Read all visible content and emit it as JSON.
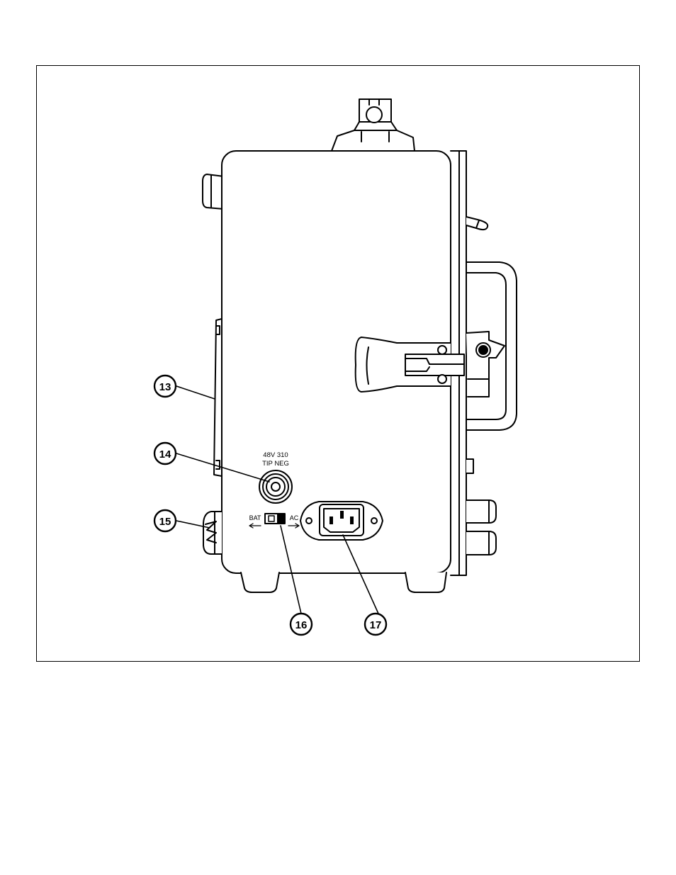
{
  "figure": {
    "callouts": [
      "13",
      "14",
      "15",
      "16",
      "17"
    ],
    "labels": {
      "jack_line1": "48V 310",
      "jack_line2": "TIP NEG",
      "switch_left": "BAT",
      "switch_right": "AC"
    }
  }
}
